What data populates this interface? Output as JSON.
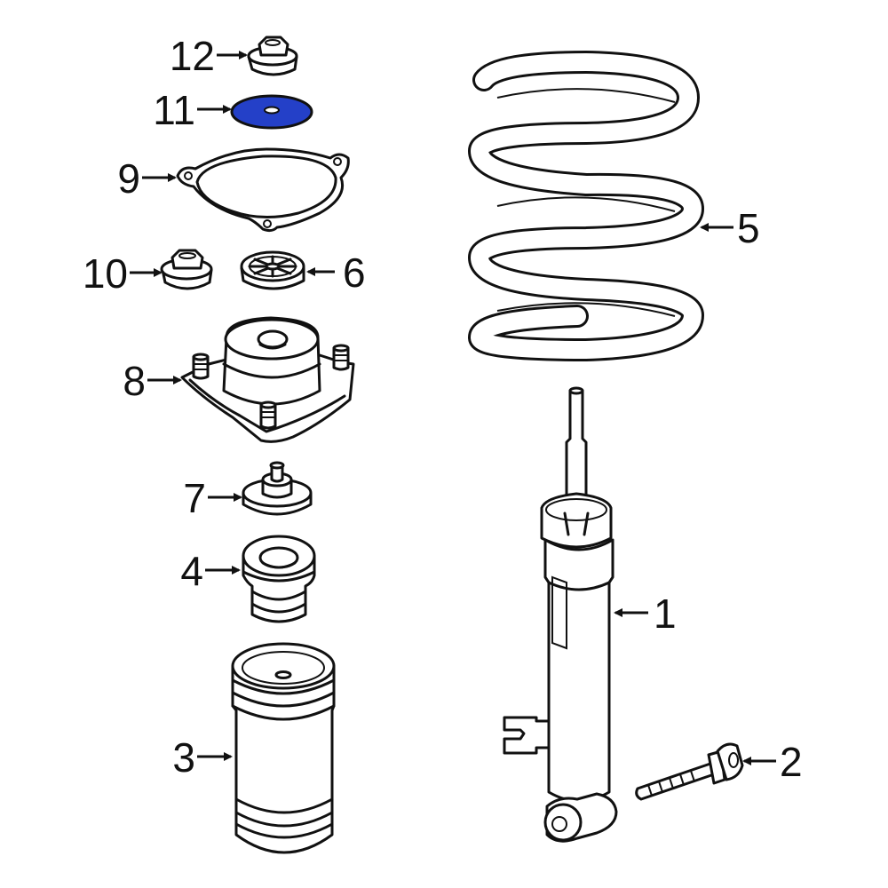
{
  "callouts": [
    {
      "id": "12",
      "label": "12"
    },
    {
      "id": "11",
      "label": "11"
    },
    {
      "id": "9",
      "label": "9"
    },
    {
      "id": "10",
      "label": "10"
    },
    {
      "id": "6",
      "label": "6"
    },
    {
      "id": "8",
      "label": "8"
    },
    {
      "id": "7",
      "label": "7"
    },
    {
      "id": "4",
      "label": "4"
    },
    {
      "id": "3",
      "label": "3"
    },
    {
      "id": "5",
      "label": "5"
    },
    {
      "id": "1",
      "label": "1"
    },
    {
      "id": "2",
      "label": "2"
    }
  ],
  "colors": {
    "line": "#111111",
    "background": "#ffffff",
    "highlight": "#2440c8"
  },
  "highlighted_part": "11"
}
